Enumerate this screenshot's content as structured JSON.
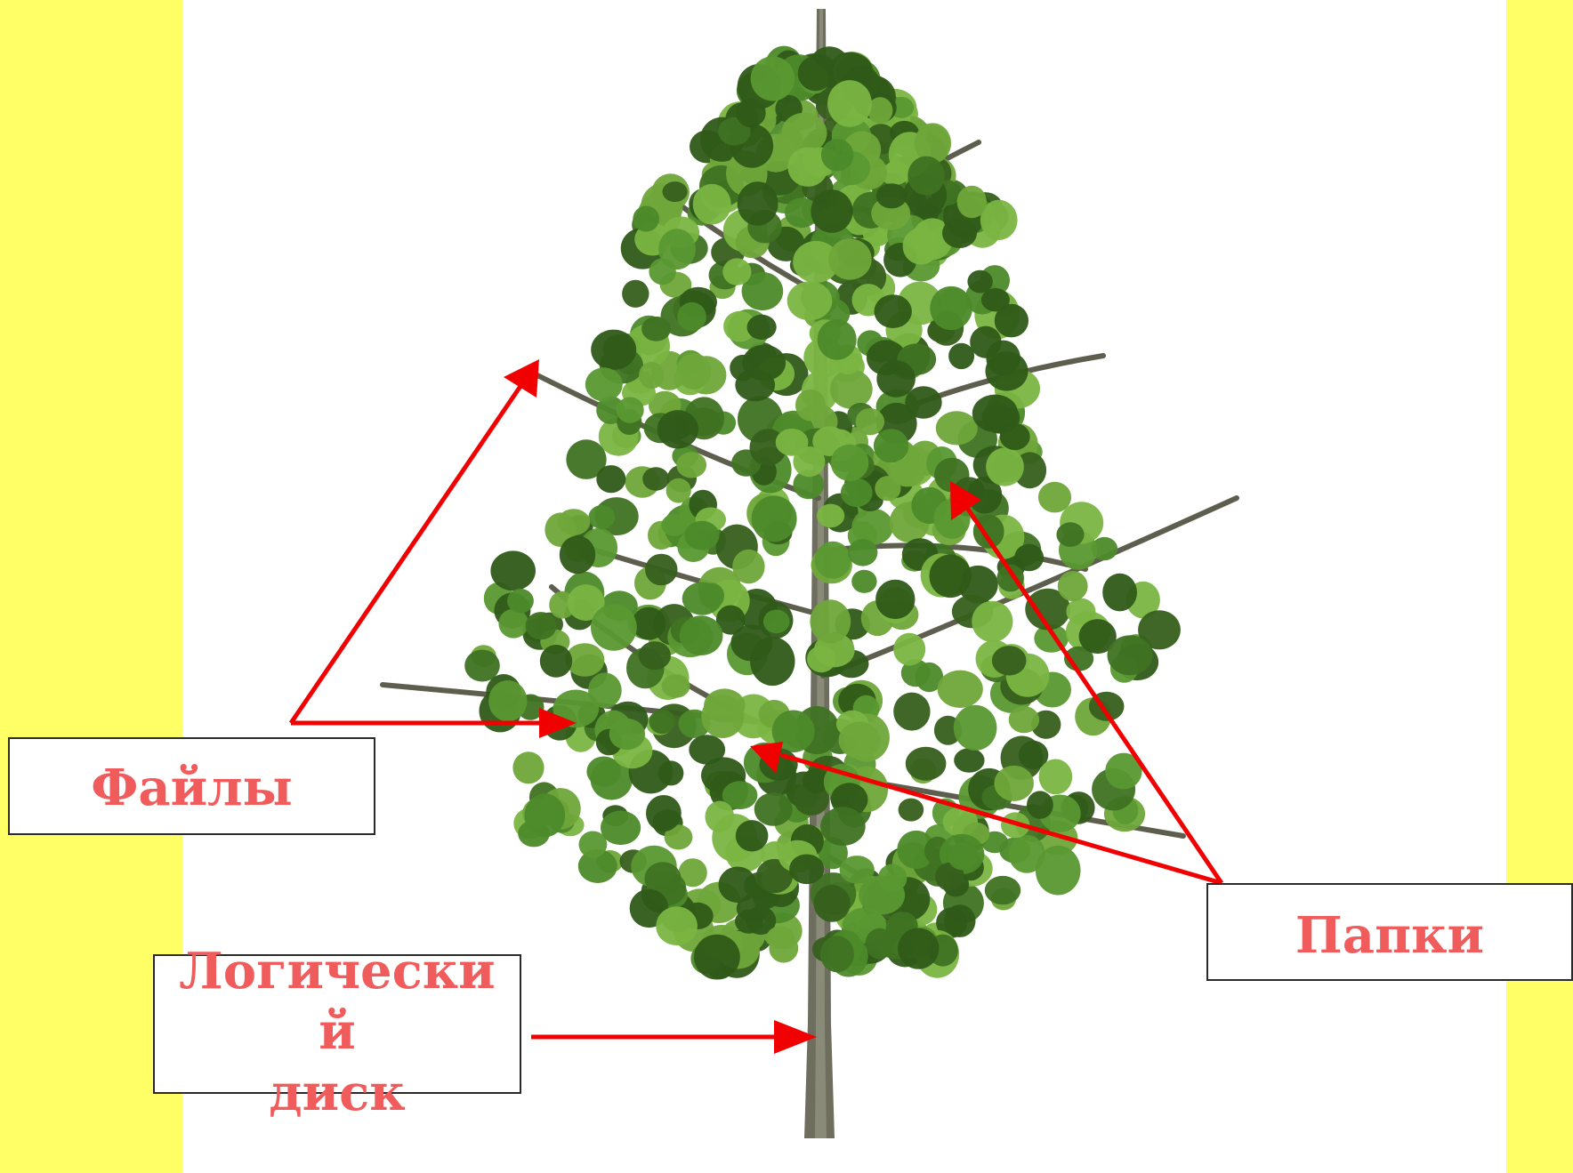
{
  "colors": {
    "background": "#ffff66",
    "panel": "#ffffff",
    "arrow": "#f00000",
    "label_text": "#f05c5c",
    "leaf_dark": "#2f5a18",
    "leaf_light": "#6fa63a",
    "trunk": "#6e6e5e"
  },
  "labels": {
    "files": "Файлы",
    "folders": "Папки",
    "disk_line1": "Логически",
    "disk_line2": "й",
    "disk_line3": "диск"
  },
  "icons": {
    "tree": "deciduous-tree-image",
    "arrow": "red-arrow"
  }
}
